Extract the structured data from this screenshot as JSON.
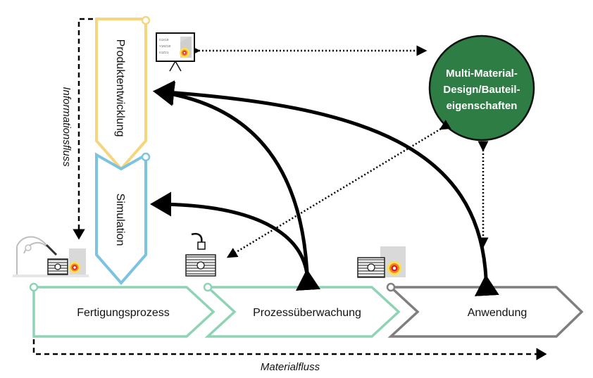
{
  "colors": {
    "yellow": "#F5D67E",
    "blue": "#7CC3DF",
    "green_chevron": "#8FD3B5",
    "gray_chevron": "#7F7F7F",
    "circle_fill": "#2E7D44",
    "arrow": "#000000"
  },
  "vertical_chevrons": {
    "product_development": "Produktentwicklung",
    "simulation": "Simulation"
  },
  "horizontal_chevrons": {
    "manufacturing": "Fertigungsprozess",
    "process_monitoring": "Prozessüberwachung",
    "application": "Anwendung"
  },
  "circle": {
    "line1": "Multi-Material-",
    "line2": "Design/Bauteil-",
    "line3": "eigenschaften"
  },
  "flows": {
    "information": "Informationsfluss",
    "material": "Materialfluss"
  },
  "icons": {
    "screen_lines": [
      "G1X10",
      "Y10Z10",
      "G1Z21"
    ]
  }
}
